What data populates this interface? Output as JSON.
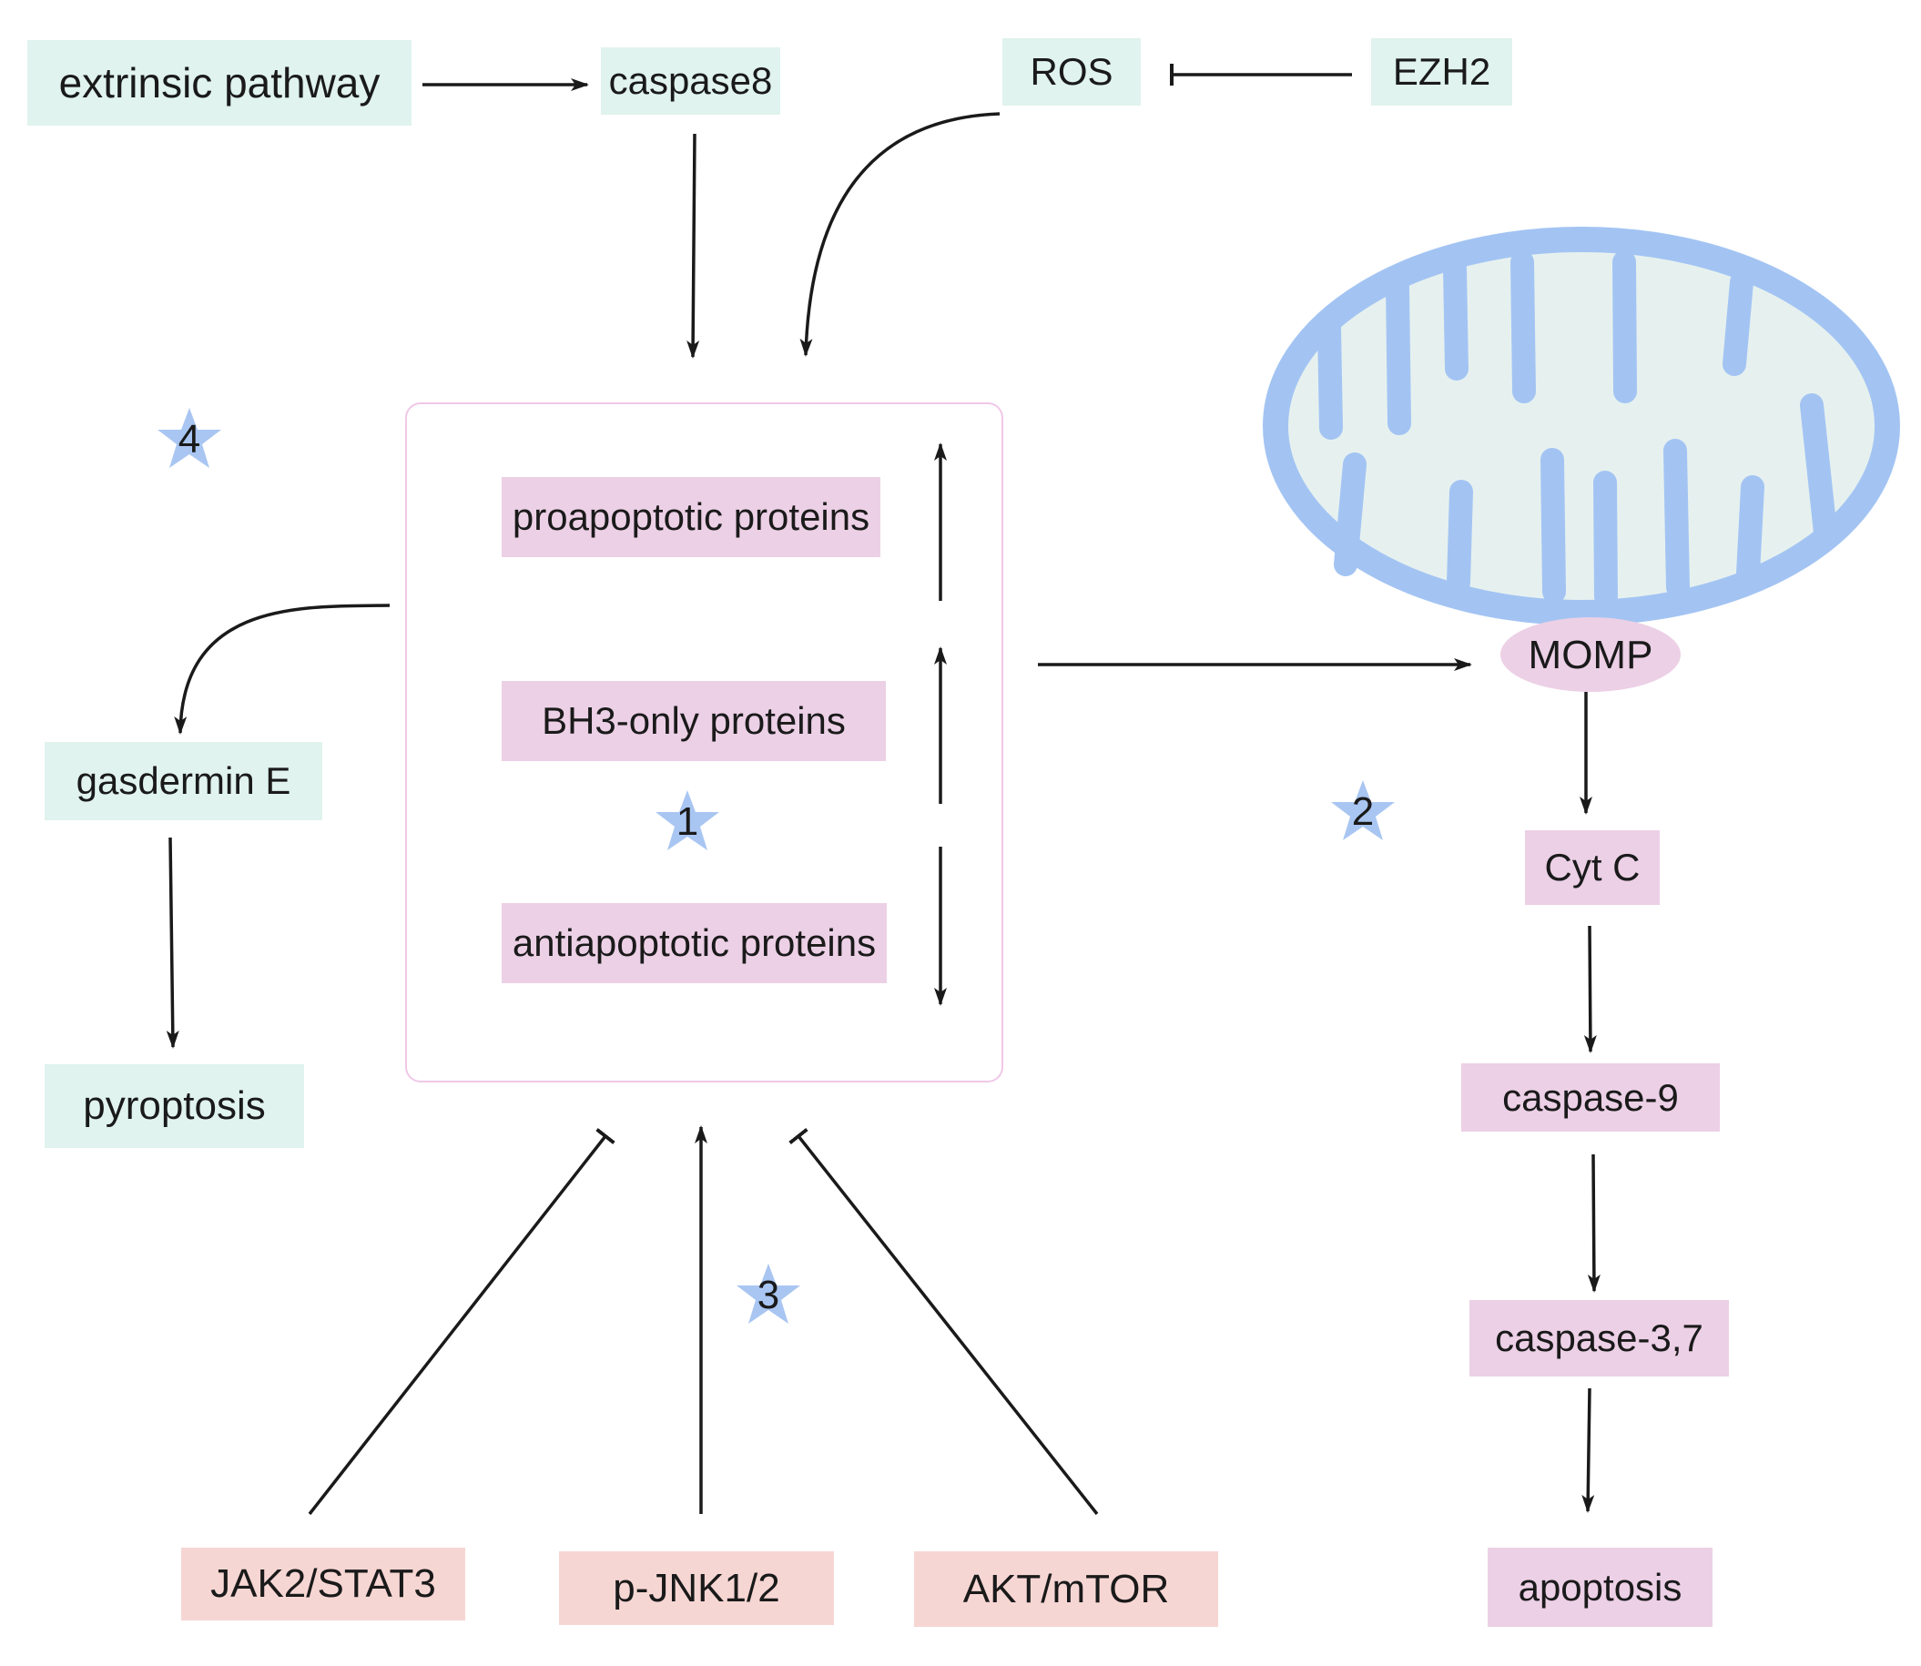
{
  "nodes": {
    "extrinsic_pathway": "extrinsic pathway",
    "caspase8": "caspase8",
    "ros": "ROS",
    "ezh2": "EZH2",
    "proapoptotic": "proapoptotic proteins",
    "bh3_only": "BH3-only proteins",
    "antiapoptotic": "antiapoptotic proteins",
    "gasdermin_e": "gasdermin E",
    "pyroptosis": "pyroptosis",
    "momp": "MOMP",
    "cyt_c": "Cyt C",
    "caspase9": "caspase-9",
    "caspase37": "caspase-3,7",
    "apoptosis": "apoptosis",
    "jak2_stat3": "JAK2/STAT3",
    "p_jnk": "p-JNK1/2",
    "akt_mtor": "AKT/mTOR"
  },
  "stars": [
    "1",
    "2",
    "3",
    "4"
  ],
  "colors": {
    "mint": "#e0f3ee",
    "pink": "#ecd0e6",
    "salmon": "#f6d6d3",
    "star_blue": "#a9c6f2",
    "mito_blue": "#a3c4f3",
    "mito_fill": "#e6f1ef",
    "edge": "#1a1a1a"
  }
}
